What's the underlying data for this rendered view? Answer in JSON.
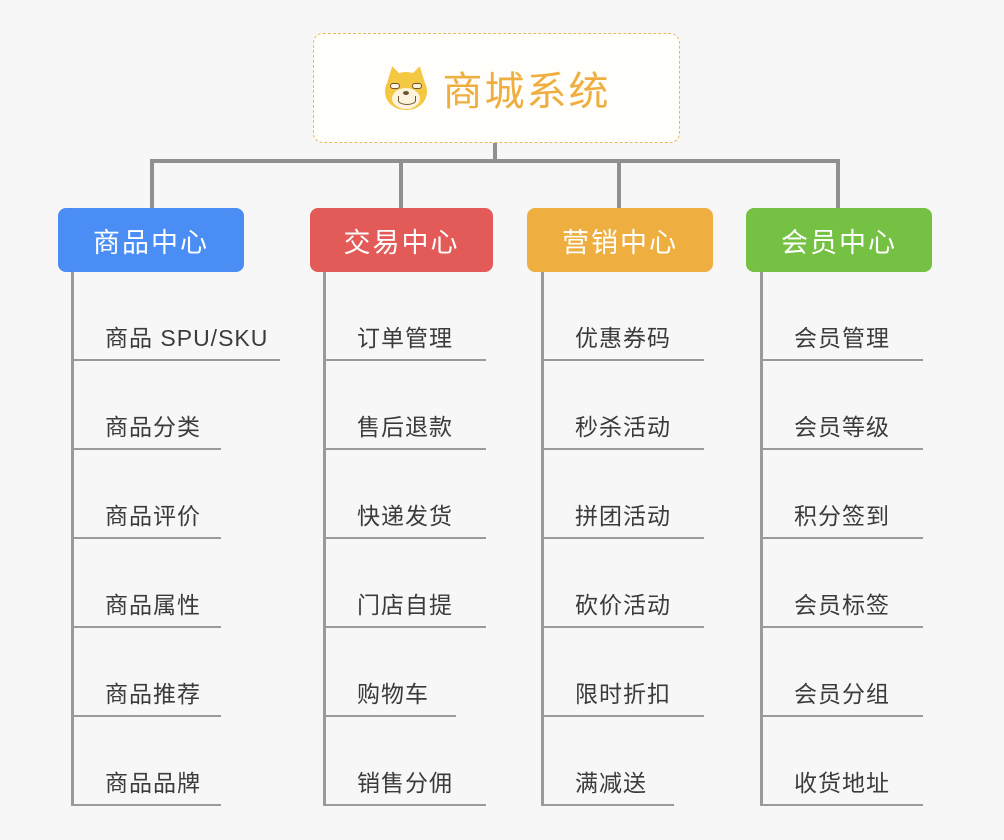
{
  "page": {
    "background": "#f7f7f7",
    "type": "org-chart"
  },
  "root": {
    "icon": "shiba-dog-face-emoji",
    "icon_glyph": "🐕",
    "title": "商城系统",
    "title_color": "#eeaf40",
    "border_color": "#e8b860",
    "background": "#fffefb"
  },
  "branches": [
    {
      "label": "商品中心",
      "color": "#4a8ef5",
      "items": [
        "商品 SPU/SKU",
        "商品分类",
        "商品评价",
        "商品属性",
        "商品推荐",
        "商品品牌"
      ]
    },
    {
      "label": "交易中心",
      "color": "#e35b58",
      "items": [
        "订单管理",
        "售后退款",
        "快递发货",
        "门店自提",
        "购物车",
        "销售分佣"
      ]
    },
    {
      "label": "营销中心",
      "color": "#eeaf40",
      "items": [
        "优惠券码",
        "秒杀活动",
        "拼团活动",
        "砍价活动",
        "限时折扣",
        "满减送"
      ]
    },
    {
      "label": "会员中心",
      "color": "#75c143",
      "items": [
        "会员管理",
        "会员等级",
        "积分签到",
        "会员标签",
        "会员分组",
        "收货地址"
      ]
    }
  ],
  "connector_color": "#909090"
}
